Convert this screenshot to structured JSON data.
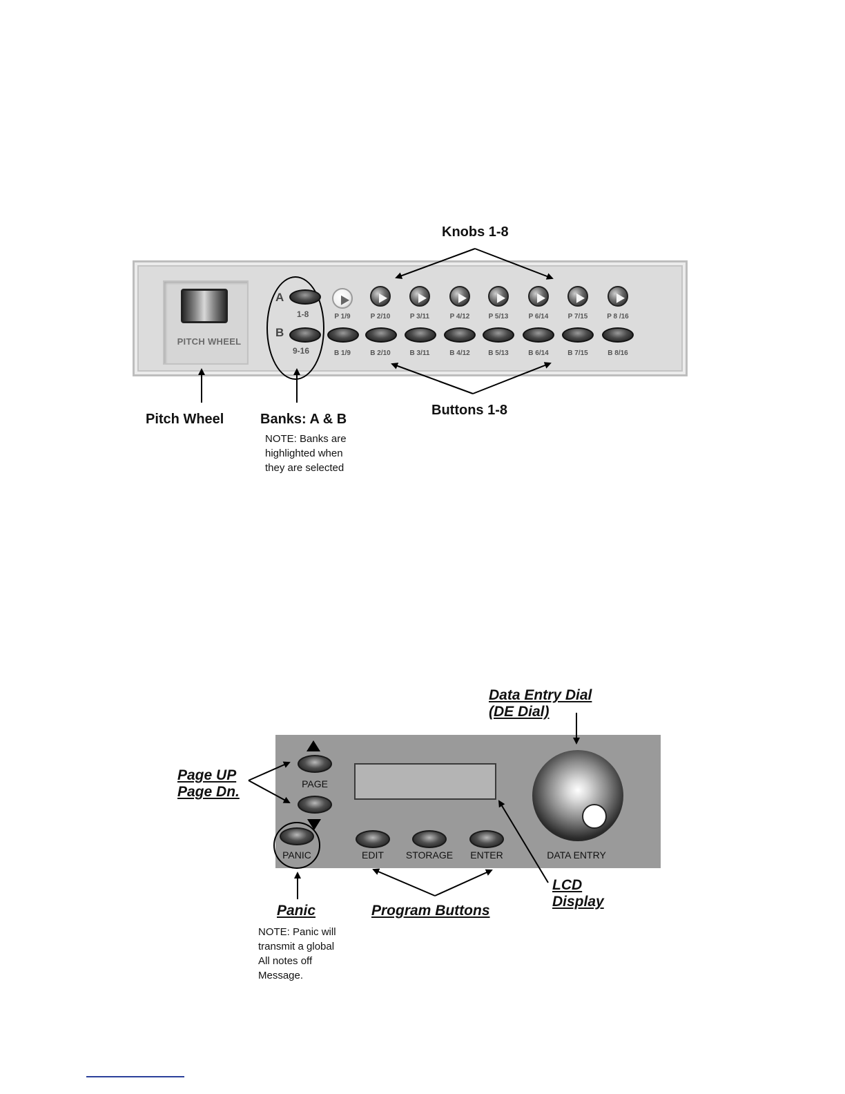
{
  "diagram1": {
    "callouts": {
      "knobs": "Knobs 1-8",
      "buttons": "Buttons 1-8",
      "pitch_wheel": "Pitch Wheel",
      "banks": "Banks: A & B"
    },
    "banks_note": [
      "NOTE: Banks are",
      "highlighted when",
      "they are selected"
    ],
    "panel": {
      "pitch_wheel_label": "PITCH WHEEL",
      "bank_a_letter": "A",
      "bank_a_range": "1-8",
      "bank_b_letter": "B",
      "bank_b_range": "9-16",
      "knob_labels": [
        "P 1/9",
        "P 2/10",
        "P 3/11",
        "P 4/12",
        "P 5/13",
        "P 6/14",
        "P 7/15",
        "P 8 /16"
      ],
      "button_labels": [
        "B 1/9",
        "B 2/10",
        "B 3/11",
        "B 4/12",
        "B 5/13",
        "B 6/14",
        "B 7/15",
        "B 8/16"
      ]
    }
  },
  "diagram2": {
    "callouts": {
      "data_entry_dial": [
        "Data Entry Dial",
        "(DE Dial)"
      ],
      "page": [
        "Page UP",
        "Page Dn."
      ],
      "panic": "Panic",
      "program_buttons": "Program Buttons",
      "lcd": [
        "LCD",
        "Display"
      ]
    },
    "panic_note": [
      "NOTE: Panic will",
      "transmit a global",
      "All notes off",
      "Message."
    ],
    "panel": {
      "page_label": "PAGE",
      "panic_label": "PANIC",
      "edit_label": "EDIT",
      "storage_label": "STORAGE",
      "enter_label": "ENTER",
      "data_entry_label": "DATA ENTRY"
    }
  }
}
